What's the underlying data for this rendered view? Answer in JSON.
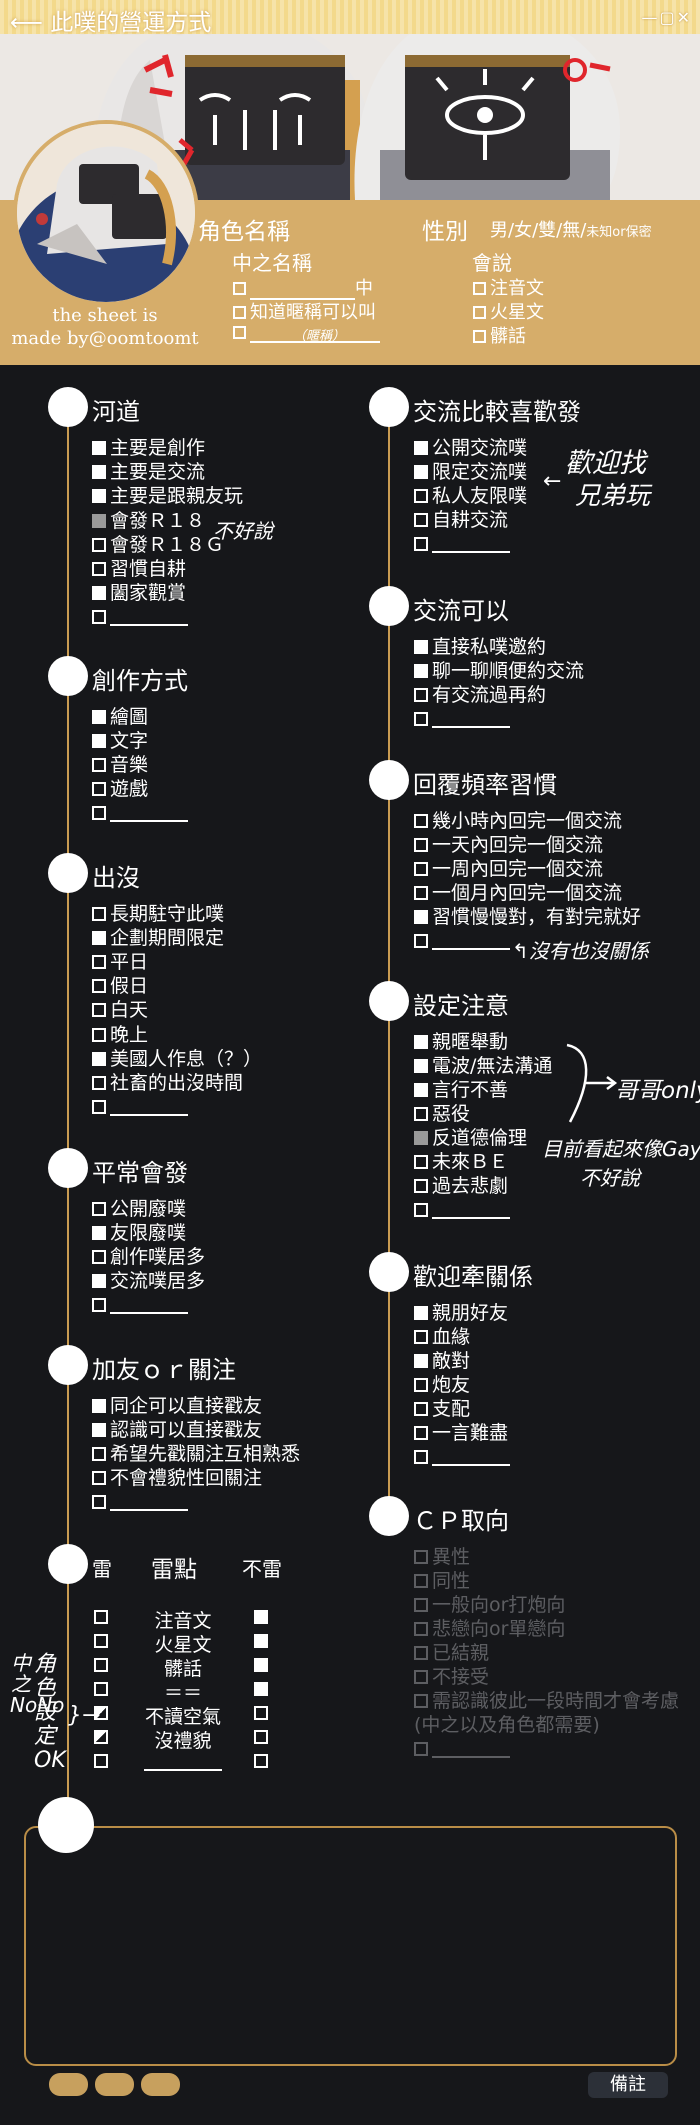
{
  "header": {
    "back_title": "此噗的營運方式",
    "window_controls": "—▢✕",
    "credit_line1": "the sheet is",
    "credit_line2": "made by@oomtoomt",
    "fields": {
      "role_name_label": "角色名稱",
      "gender_label": "性別",
      "gender_options": "男/女/雙/無/",
      "gender_options_small": "未知or保密",
      "nakanohito_label": "中之名稱",
      "nakanohito_suffix": "中",
      "nickname_ok": "知道暱稱可以叫",
      "nickname_note": "（暱稱）",
      "speech_label": "會說",
      "speech_options": [
        "注音文",
        "火星文",
        "髒話"
      ]
    }
  },
  "sections": {
    "river": {
      "title": "河道",
      "items": [
        {
          "label": "主要是創作",
          "state": "on"
        },
        {
          "label": "主要是交流",
          "state": "on"
        },
        {
          "label": "主要是跟親友玩",
          "state": "on"
        },
        {
          "label": "會發Ｒ１８",
          "state": "grey"
        },
        {
          "label": "會發Ｒ１８Ｇ",
          "state": "off"
        },
        {
          "label": "習慣自耕",
          "state": "off"
        },
        {
          "label": "闔家觀賞",
          "state": "on"
        },
        {
          "label": "",
          "state": "off"
        }
      ]
    },
    "creation": {
      "title": "創作方式",
      "items": [
        {
          "label": "繪圖",
          "state": "on"
        },
        {
          "label": "文字",
          "state": "on"
        },
        {
          "label": "音樂",
          "state": "off"
        },
        {
          "label": "遊戲",
          "state": "off"
        },
        {
          "label": "",
          "state": "off"
        }
      ]
    },
    "presence": {
      "title": "出沒",
      "items": [
        {
          "label": "長期駐守此噗",
          "state": "off"
        },
        {
          "label": "企劃期間限定",
          "state": "on"
        },
        {
          "label": "平日",
          "state": "off"
        },
        {
          "label": "假日",
          "state": "off"
        },
        {
          "label": "白天",
          "state": "off"
        },
        {
          "label": "晚上",
          "state": "off"
        },
        {
          "label": "美國人作息（？）",
          "state": "on"
        },
        {
          "label": "社畜的出沒時間",
          "state": "off"
        },
        {
          "label": "",
          "state": "off"
        }
      ]
    },
    "usual": {
      "title": "平常會發",
      "items": [
        {
          "label": "公開廢噗",
          "state": "off"
        },
        {
          "label": "友限廢噗",
          "state": "on"
        },
        {
          "label": "創作噗居多",
          "state": "off"
        },
        {
          "label": "交流噗居多",
          "state": "on"
        },
        {
          "label": "",
          "state": "off"
        }
      ]
    },
    "friend": {
      "title": "加友ｏｒ關注",
      "items": [
        {
          "label": "同企可以直接戳友",
          "state": "on"
        },
        {
          "label": "認識可以直接戳友",
          "state": "on"
        },
        {
          "label": "希望先戳關注互相熟悉",
          "state": "off"
        },
        {
          "label": "不會禮貌性回關注",
          "state": "off"
        },
        {
          "label": "",
          "state": "off"
        }
      ]
    },
    "prefer": {
      "title": "交流比較喜歡發",
      "items": [
        {
          "label": "公開交流噗",
          "state": "on"
        },
        {
          "label": "限定交流噗",
          "state": "on"
        },
        {
          "label": "私人友限噗",
          "state": "off"
        },
        {
          "label": "自耕交流",
          "state": "off"
        },
        {
          "label": "",
          "state": "off"
        }
      ]
    },
    "can": {
      "title": "交流可以",
      "items": [
        {
          "label": "直接私噗邀約",
          "state": "on"
        },
        {
          "label": "聊一聊順便約交流",
          "state": "on"
        },
        {
          "label": "有交流過再約",
          "state": "off"
        },
        {
          "label": "",
          "state": "off"
        }
      ]
    },
    "reply": {
      "title": "回覆頻率習慣",
      "items": [
        {
          "label": "幾小時內回完一個交流",
          "state": "off"
        },
        {
          "label": "一天內回完一個交流",
          "state": "off"
        },
        {
          "label": "一周內回完一個交流",
          "state": "off"
        },
        {
          "label": "一個月內回完一個交流",
          "state": "off"
        },
        {
          "label": "習慣慢慢對，有對完就好",
          "state": "on"
        },
        {
          "label": "",
          "state": "off"
        }
      ]
    },
    "setting": {
      "title": "設定注意",
      "items": [
        {
          "label": "親暱舉動",
          "state": "on"
        },
        {
          "label": "電波/無法溝通",
          "state": "on"
        },
        {
          "label": "言行不善",
          "state": "on"
        },
        {
          "label": "惡役",
          "state": "off"
        },
        {
          "label": "反道德倫理",
          "state": "grey"
        },
        {
          "label": "未來ＢＥ",
          "state": "off"
        },
        {
          "label": "過去悲劇",
          "state": "off"
        },
        {
          "label": "",
          "state": "off"
        }
      ]
    },
    "relation": {
      "title": "歡迎牽關係",
      "items": [
        {
          "label": "親朋好友",
          "state": "on"
        },
        {
          "label": "血緣",
          "state": "off"
        },
        {
          "label": "敵對",
          "state": "on"
        },
        {
          "label": "炮友",
          "state": "off"
        },
        {
          "label": "支配",
          "state": "off"
        },
        {
          "label": "一言難盡",
          "state": "off"
        },
        {
          "label": "",
          "state": "off"
        }
      ]
    },
    "cp": {
      "title": "ＣＰ取向",
      "items": [
        {
          "label": "異性",
          "state": "off"
        },
        {
          "label": "同性",
          "state": "off"
        },
        {
          "label": "一般向or打炮向",
          "state": "off"
        },
        {
          "label": "悲戀向or單戀向",
          "state": "off"
        },
        {
          "label": "已結親",
          "state": "off"
        },
        {
          "label": "不接受",
          "state": "off"
        },
        {
          "label": "需認識彼此一段時間才會考慮",
          "state": "off"
        },
        {
          "label": "(中之以及角色都需要)",
          "state": "none"
        },
        {
          "label": "",
          "state": "off"
        }
      ]
    },
    "lei": {
      "title_left": "雷",
      "title_mid": "雷點",
      "title_right": "不雷",
      "rows": [
        {
          "label": "注音文",
          "left": "off",
          "right": "on"
        },
        {
          "label": "火星文",
          "left": "off",
          "right": "on"
        },
        {
          "label": "髒話",
          "left": "off",
          "right": "on"
        },
        {
          "label": "＝＝",
          "left": "off",
          "right": "on"
        },
        {
          "label": "不讀空氣",
          "left": "half",
          "right": "off"
        },
        {
          "label": "沒禮貌",
          "left": "half",
          "right": "off"
        },
        {
          "label": "",
          "left": "off",
          "right": "off"
        }
      ]
    }
  },
  "annotations": {
    "r18_note": "不好說",
    "welcome_note_1": "歡迎找",
    "welcome_note_2": "兄弟玩",
    "no_relation_note": "沒有也沒關係",
    "brother_only": "哥哥only",
    "gay_note_1": "目前看起來像Gay",
    "gay_note_2": "不好說",
    "side_note_col1": "中之NoNo",
    "side_note_col2": "角色設定OK"
  },
  "footer": {
    "notes_label": "備註"
  }
}
